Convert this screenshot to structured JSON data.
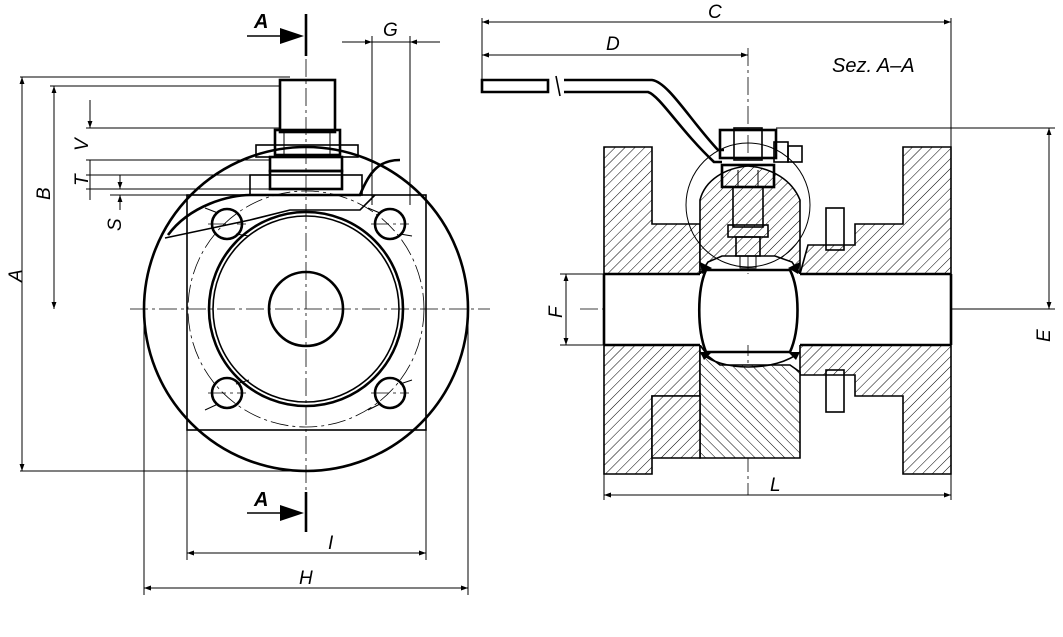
{
  "section_marks": {
    "top": "A",
    "bottom": "A"
  },
  "section_title": "Sez. A–A",
  "dimensions": {
    "A": "A",
    "B": "B",
    "C": "C",
    "D": "D",
    "E": "E",
    "F": "F",
    "G": "G",
    "H": "H",
    "I": "I",
    "L": "L",
    "S": "S",
    "T": "T",
    "V": "V"
  }
}
